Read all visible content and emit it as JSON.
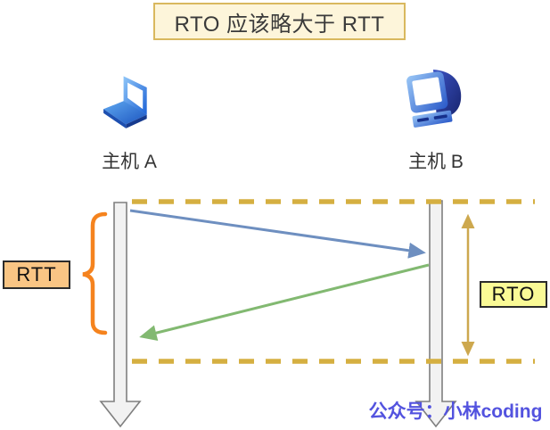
{
  "title": "RTO 应该略大于 RTT",
  "hosts": {
    "a": {
      "label": "主机 A",
      "icon": "laptop-icon"
    },
    "b": {
      "label": "主机 B",
      "icon": "desktop-icon"
    }
  },
  "annotations": {
    "rtt_label": "RTT",
    "rto_label": "RTO"
  },
  "watermark": "公众号：小林coding",
  "diagram": {
    "messages": [
      {
        "name": "send-arrow",
        "from": "主机 A",
        "to": "主机 B",
        "color": "#6E8FC0"
      },
      {
        "name": "ack-arrow",
        "from": "主机 B",
        "to": "主机 A",
        "color": "#82B971"
      }
    ],
    "spans": [
      {
        "name": "rtt-brace",
        "label": "RTT",
        "color": "#F5831E"
      },
      {
        "name": "rto-span-arrow",
        "label": "RTO",
        "color": "#CDA84E"
      }
    ]
  },
  "colors": {
    "title_fill": "#FDF5DA",
    "title_border": "#D9B85E",
    "rtt_fill": "#F9C584",
    "rto_fill": "#FAFA96",
    "box_border": "#2B2B2B",
    "dash_gold": "#D5AF41",
    "arrow_blue": "#6E8FC0",
    "arrow_green": "#82B971",
    "brace_orange": "#F5831E",
    "rto_arrow_gold": "#CDA84E",
    "timeline_fill": "#F2F2F2",
    "timeline_border": "#7F7F7F",
    "watermark_blue": "#5353DF",
    "text_dark": "#3A3A3A"
  }
}
